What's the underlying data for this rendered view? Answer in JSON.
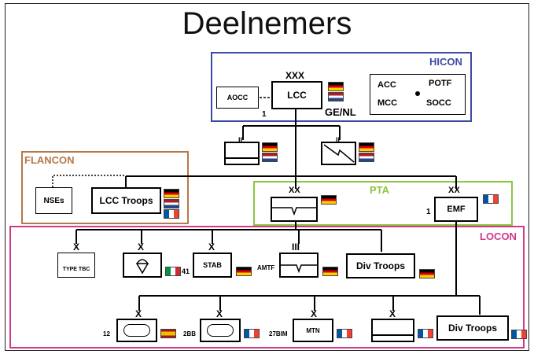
{
  "title": "Deelnemers",
  "zones": {
    "hicon": {
      "label": "HICON",
      "color": "#3b4aa8"
    },
    "flancon": {
      "label": "FLANCON",
      "color": "#b5784a"
    },
    "pta": {
      "label": "PTA",
      "color": "#8cc63f"
    },
    "locon": {
      "label": "LOCON",
      "color": "#d1378a"
    }
  },
  "hicon": {
    "aocc": "AOCC",
    "lcc": {
      "label": "LCC",
      "echelon": "XXX",
      "number": "1",
      "nations": "GE/NL"
    },
    "cells": {
      "acc": "ACC",
      "potf": "POTF",
      "mcc": "MCC",
      "socc": "SOCC"
    }
  },
  "support_units": [
    {
      "echelon": "II",
      "flags": [
        "de",
        "nl"
      ]
    },
    {
      "echelon": "II",
      "flags": [
        "de",
        "nl"
      ]
    }
  ],
  "flancon": {
    "nses": "NSEs",
    "lcc_troops": "LCC Troops",
    "flags": [
      "de",
      "nl",
      "fr"
    ]
  },
  "pta": {
    "div1": {
      "echelon": "XX",
      "flag": "de"
    },
    "emf": {
      "echelon": "XX",
      "label": "EMF",
      "number": "1",
      "flag": "fr"
    }
  },
  "locon": {
    "row1": [
      {
        "echelon": "X",
        "label": "TYPE TBC"
      },
      {
        "echelon": "X",
        "number": "41",
        "flag": "it"
      },
      {
        "echelon": "X",
        "label": "STAB",
        "flag": "de"
      },
      {
        "echelon": "III",
        "prefix": "AMTF",
        "flag": "de"
      },
      {
        "label": "Div Troops",
        "flag": "de"
      }
    ],
    "row2": [
      {
        "echelon": "X",
        "number": "12",
        "flag": "es"
      },
      {
        "echelon": "X",
        "number": "2BB",
        "flag": "fr"
      },
      {
        "echelon": "X",
        "number": "27BIM",
        "label": "MTN",
        "flag": "fr"
      },
      {
        "echelon": "X",
        "flag": "fr"
      },
      {
        "label": "Div Troops",
        "flag": "fr"
      }
    ]
  }
}
